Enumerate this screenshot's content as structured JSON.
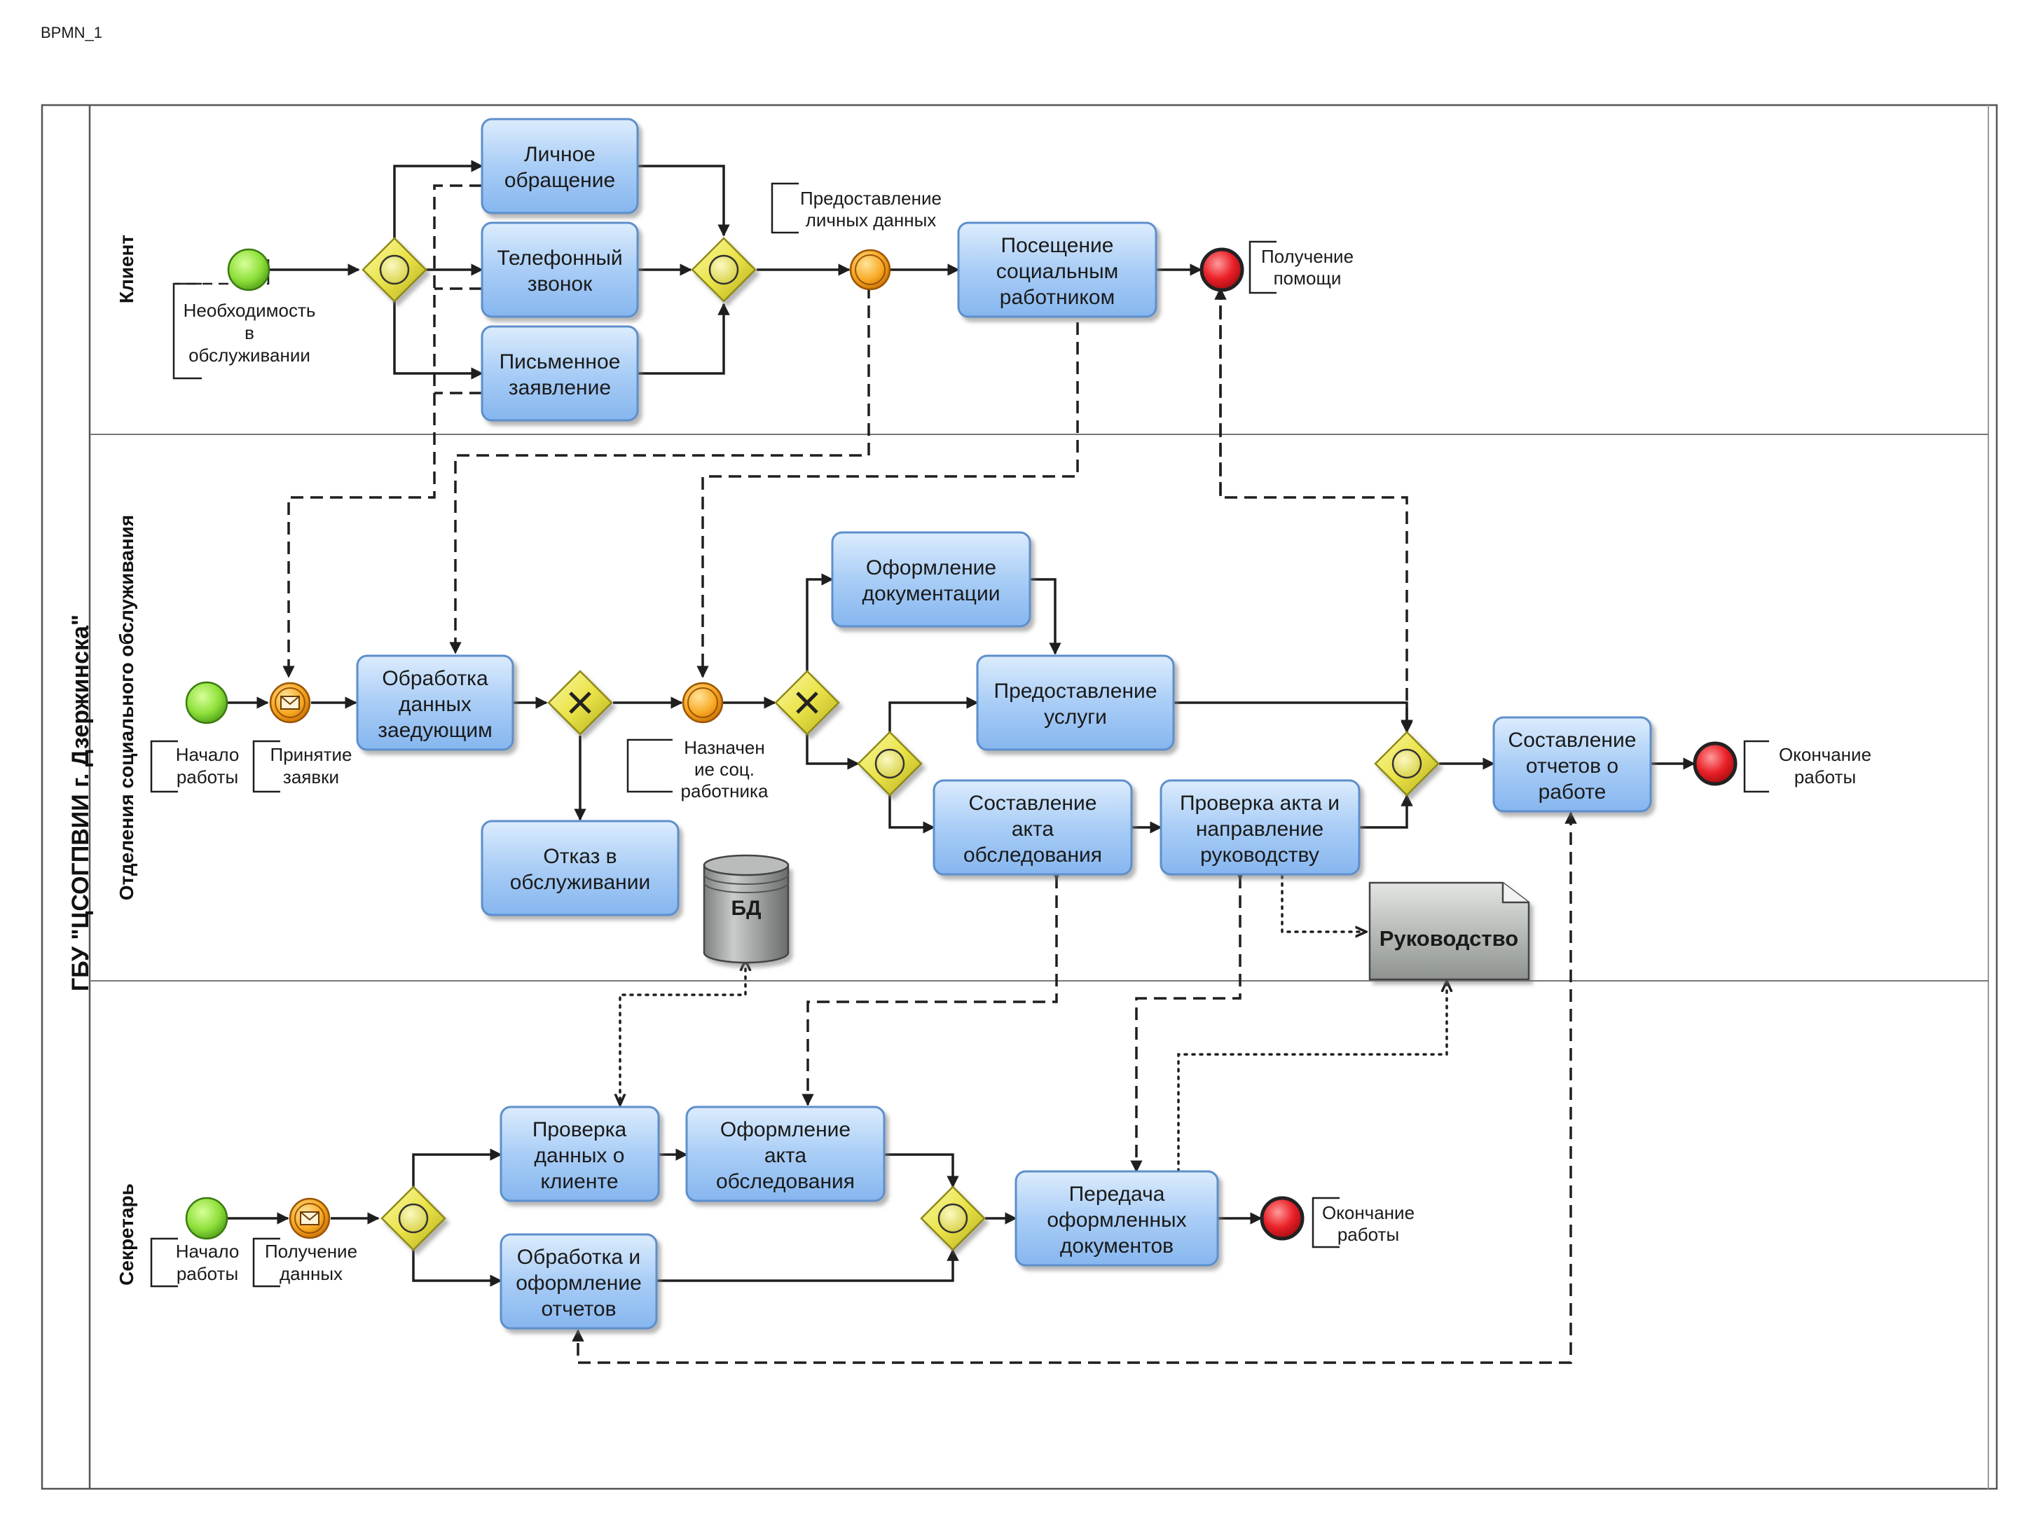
{
  "doc_label": "BPMN_1",
  "pool_title": "ГБУ \"ЦСОГПВИИ г. Дзержинска\"",
  "lanes": {
    "client": "Клиент",
    "social": "Отделения социального обслуживания",
    "secretary": "Секретарь"
  },
  "tasks": {
    "personal_visit": [
      "Личное",
      "обращение"
    ],
    "phone_call": [
      "Телефонный",
      "звонок"
    ],
    "written_request": [
      "Письменное",
      "заявление"
    ],
    "social_worker_visit": [
      "Посещение",
      "социальным",
      "работником"
    ],
    "head_processing": [
      "Обработка",
      "данных",
      "заедующим"
    ],
    "documents": [
      "Оформление",
      "документации"
    ],
    "service": [
      "Предоставление",
      "услуги"
    ],
    "refusal": [
      "Отказ в",
      "обслуживании"
    ],
    "survey_act": [
      "Составление",
      "акта",
      "обследования"
    ],
    "check_act": [
      "Проверка акта и",
      "направление",
      "руководству"
    ],
    "reports": [
      "Составление",
      "отчетов о",
      "работе"
    ],
    "check_client": [
      "Проверка",
      "данных о",
      "клиенте"
    ],
    "act_forming": [
      "Оформление",
      "акта",
      "обследования"
    ],
    "report_processing": [
      "Обработка и",
      "оформление",
      "отчетов"
    ],
    "transfer_docs": [
      "Передача",
      "оформленных",
      "документов"
    ]
  },
  "annotations": {
    "need_service": [
      "Необходимость",
      "в",
      "обслуживании"
    ],
    "personal_data": [
      "Предоставление",
      "личных данных"
    ],
    "get_help": [
      "Получение",
      "помощи"
    ],
    "start_work_social": [
      "Начало",
      "работы"
    ],
    "accept_request": [
      "Принятие",
      "заявки"
    ],
    "assign_worker": [
      "Назначен",
      "ие соц.",
      "работника"
    ],
    "end_work_social": [
      "Окончание",
      "работы"
    ],
    "start_work_secretary": [
      "Начало",
      "работы"
    ],
    "receive_data": [
      "Получение",
      "данных"
    ],
    "end_work_secretary": [
      "Окончание",
      "работы"
    ]
  },
  "artifacts": {
    "database": "БД",
    "management": "Руководство"
  },
  "colors": {
    "task_fill_top": "#cfe4fb",
    "task_fill_bottom": "#8fbdf2",
    "task_stroke": "#5d8fcc",
    "gateway_fill": "#f3ef6a",
    "start_event": "#8be03a",
    "intermediate_event": "#f6a623",
    "end_event": "#e8202a"
  }
}
